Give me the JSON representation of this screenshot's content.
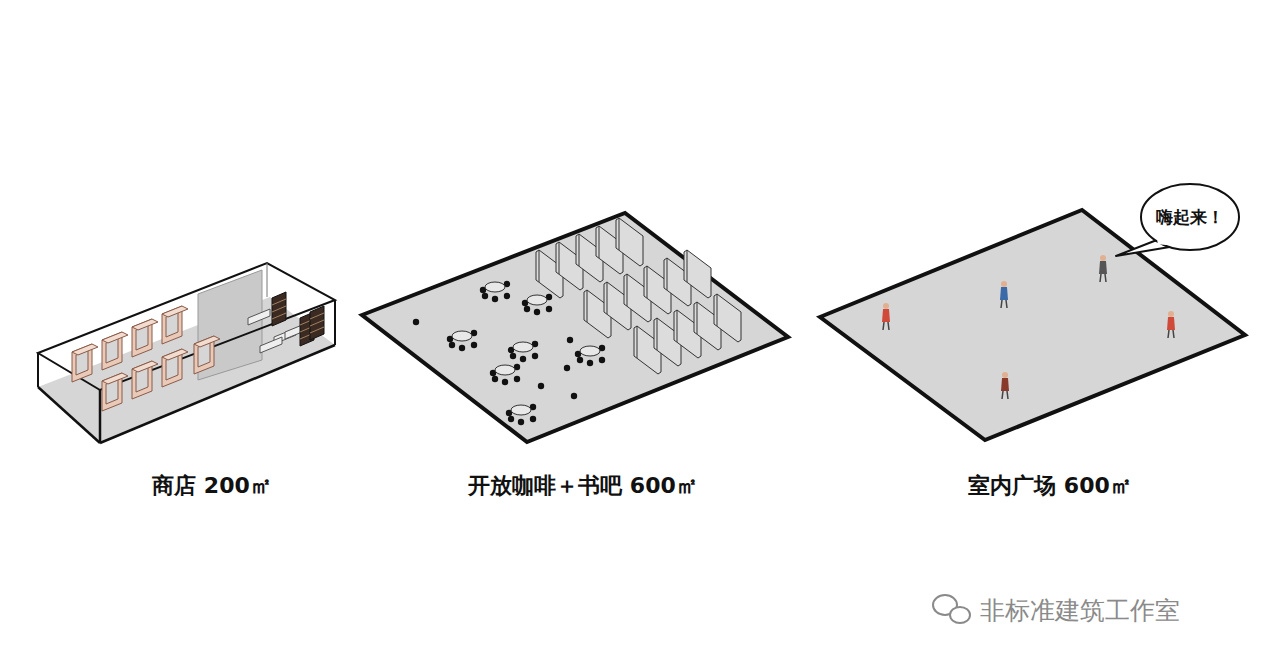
{
  "diagram": {
    "nodes": [
      {
        "text": [
          "嗨起来！"
        ]
      }
    ],
    "labels": [
      "商店 200㎡",
      "开放咖啡＋书吧 600㎡",
      "室内广场 600㎡",
      "非标准建筑工作室"
    ]
  }
}
